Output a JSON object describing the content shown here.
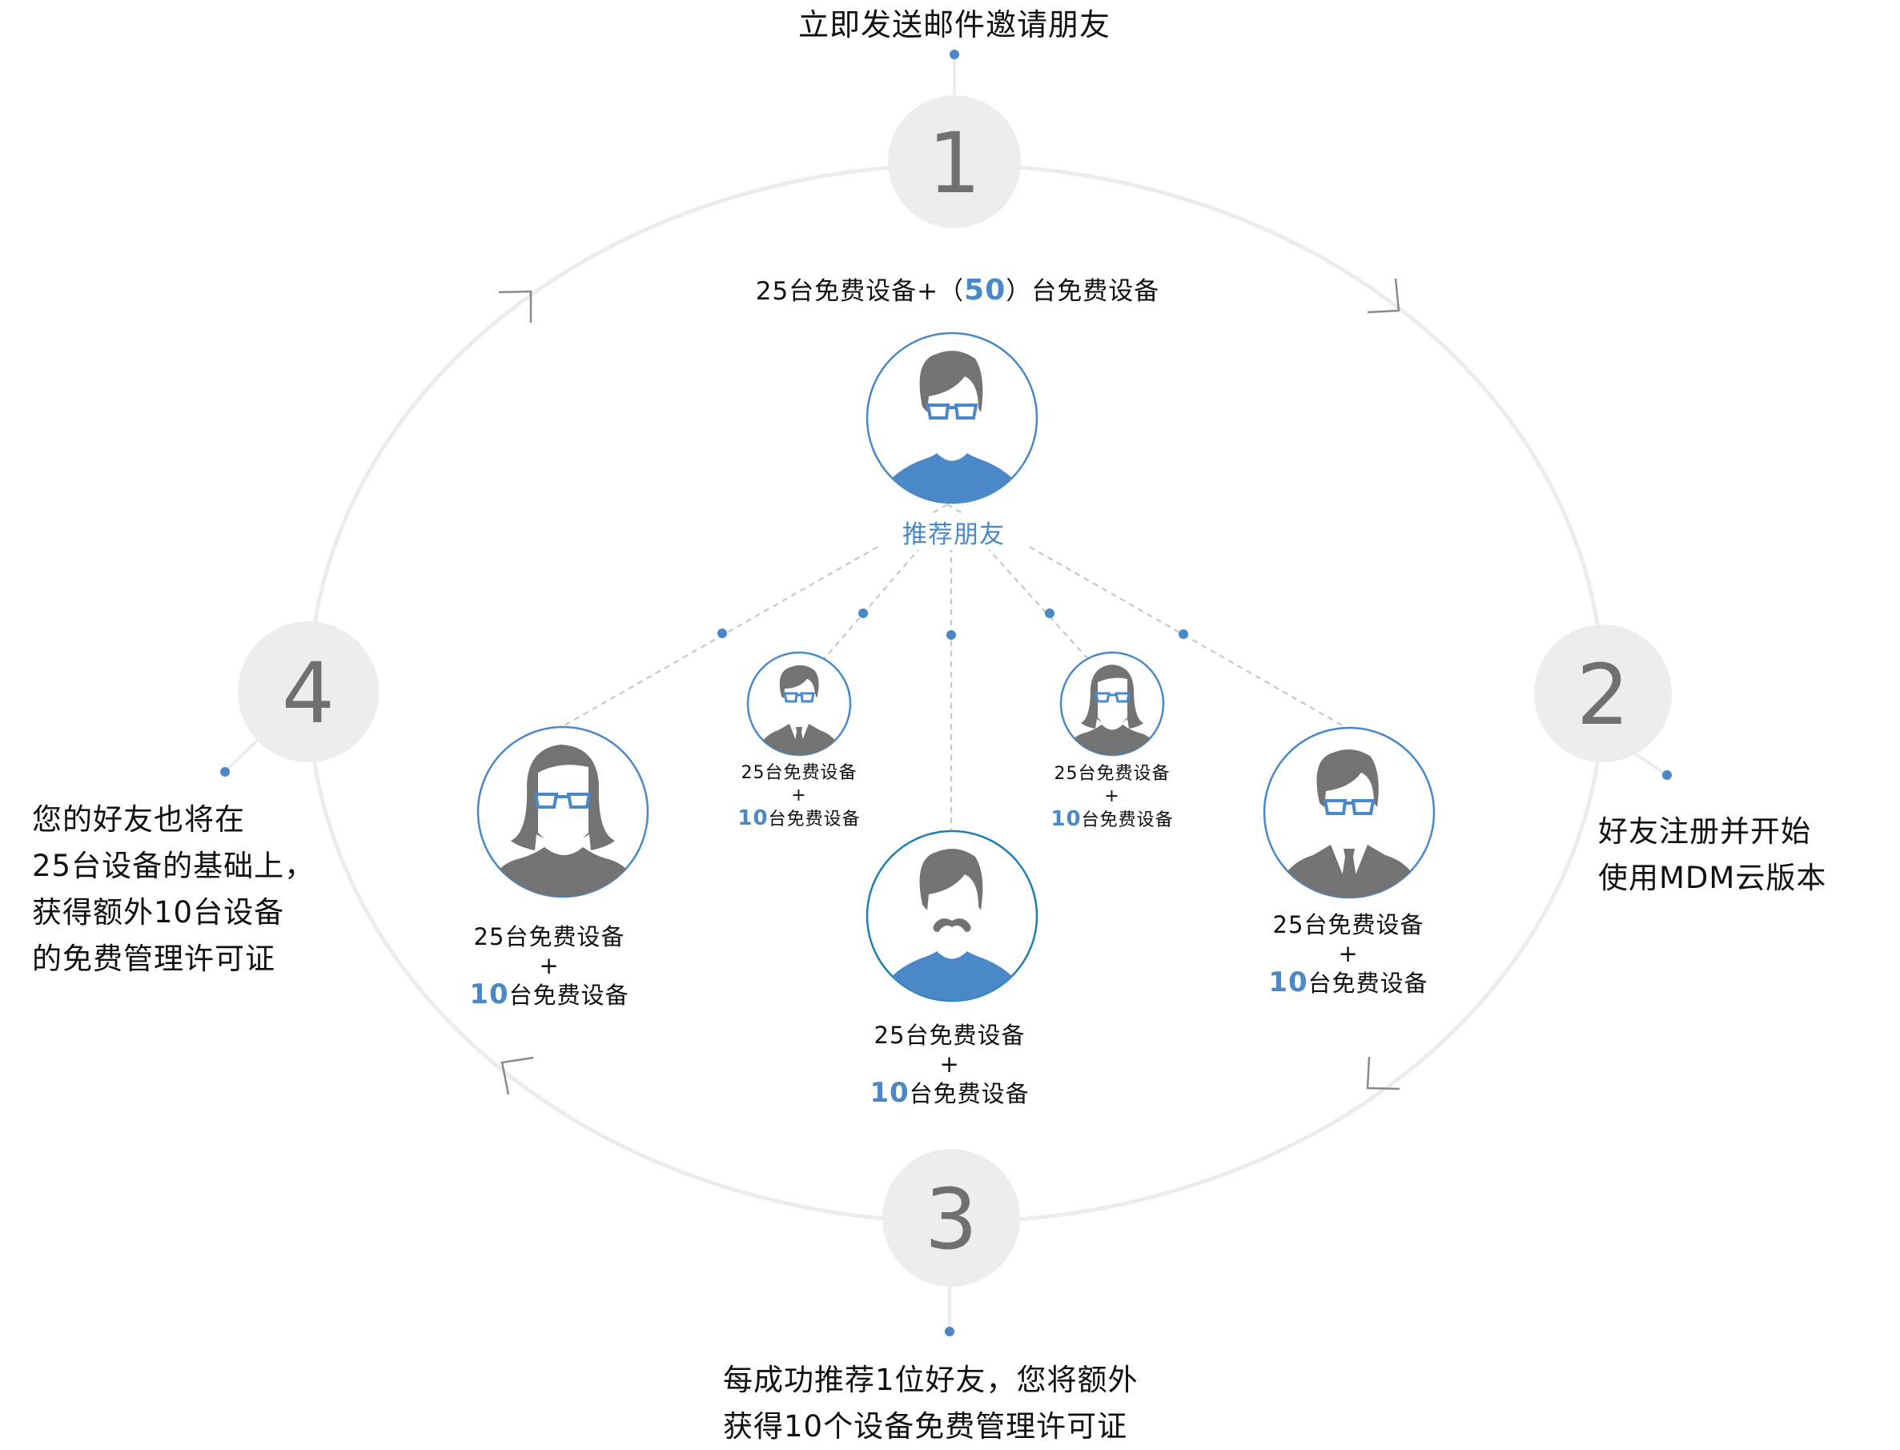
{
  "colors": {
    "accent": "#4a88c7",
    "ring": "#ececec",
    "step_fill": "#ededed",
    "step_text": "#707070",
    "silhouette": "#737373",
    "connector": "#c8c8c8"
  },
  "steps": [
    {
      "number": "1",
      "text_lines": [
        "立即发送邮件邀请朋友"
      ]
    },
    {
      "number": "2",
      "text_lines": [
        "好友注册并开始",
        "使用MDM云版本"
      ]
    },
    {
      "number": "3",
      "text_lines": [
        "每成功推荐1位好友，您将额外",
        "获得10个设备免费管理许可证"
      ]
    },
    {
      "number": "4",
      "text_lines": [
        "您的好友也将在",
        "25台设备的基础上，",
        "获得额外10台设备",
        "的免费管理许可证"
      ]
    }
  ],
  "root": {
    "headline_prefix": "25台免费设备+（",
    "headline_value": "50",
    "headline_suffix": "）台免费设备",
    "label": "推荐朋友",
    "avatar": "man-glasses-blue-shirt-icon"
  },
  "friends": [
    {
      "avatar": "woman-glasses-icon",
      "line1": "25台免费设备",
      "plus": "+",
      "bonus_value": "10",
      "bonus_suffix": "台免费设备"
    },
    {
      "avatar": "man-glasses-suit-icon",
      "line1": "25台免费设备",
      "plus": "+",
      "bonus_value": "10",
      "bonus_suffix": "台免费设备"
    },
    {
      "avatar": "man-mustache-blue-shirt-icon",
      "line1": "25台免费设备",
      "plus": "+",
      "bonus_value": "10",
      "bonus_suffix": "台免费设备"
    },
    {
      "avatar": "woman-glasses-icon",
      "line1": "25台免费设备",
      "plus": "+",
      "bonus_value": "10",
      "bonus_suffix": "台免费设备"
    },
    {
      "avatar": "man-glasses-suit-icon",
      "line1": "25台免费设备",
      "plus": "+",
      "bonus_value": "10",
      "bonus_suffix": "台免费设备"
    }
  ]
}
